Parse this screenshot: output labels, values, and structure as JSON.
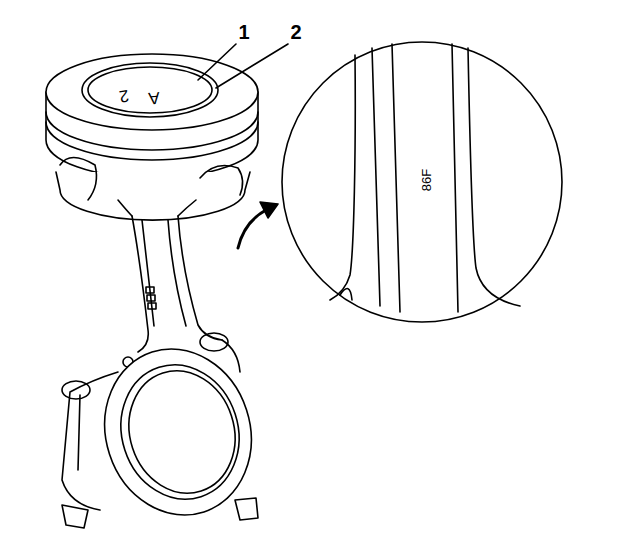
{
  "diagram": {
    "labels": [
      "1",
      "2",
      "2",
      "A",
      "86F"
    ]
  }
}
